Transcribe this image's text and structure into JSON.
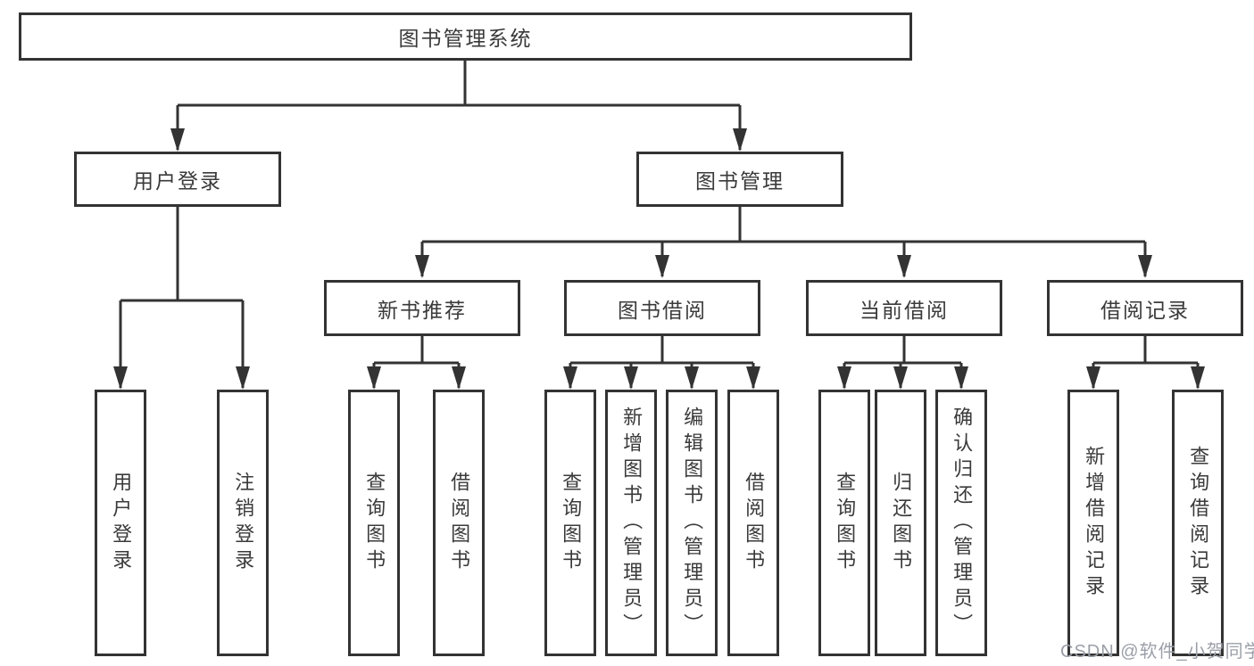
{
  "diagram": {
    "root": {
      "label": "图书管理系统"
    },
    "branches": [
      {
        "label": "用户登录",
        "children": [
          "用户登录",
          "注销登录"
        ]
      },
      {
        "label": "图书管理",
        "sections": [
          {
            "label": "新书推荐",
            "children": [
              "查询图书",
              "借阅图书"
            ]
          },
          {
            "label": "图书借阅",
            "children": [
              "查询图书",
              "新增图书（管理员）",
              "编辑图书（管理员）",
              "借阅图书"
            ]
          },
          {
            "label": "当前借阅",
            "children": [
              "查询图书",
              "归还图书",
              "确认归还（管理员）"
            ]
          },
          {
            "label": "借阅记录",
            "children": [
              "新增借阅记录",
              "查询借阅记录"
            ]
          }
        ]
      }
    ]
  },
  "watermark": {
    "label": "CSDN @软件_小贺同学"
  },
  "colors": {
    "line": "#333333",
    "text": "#3a3a3a",
    "watermark": "#9b9fa8",
    "background": "#ffffff"
  }
}
